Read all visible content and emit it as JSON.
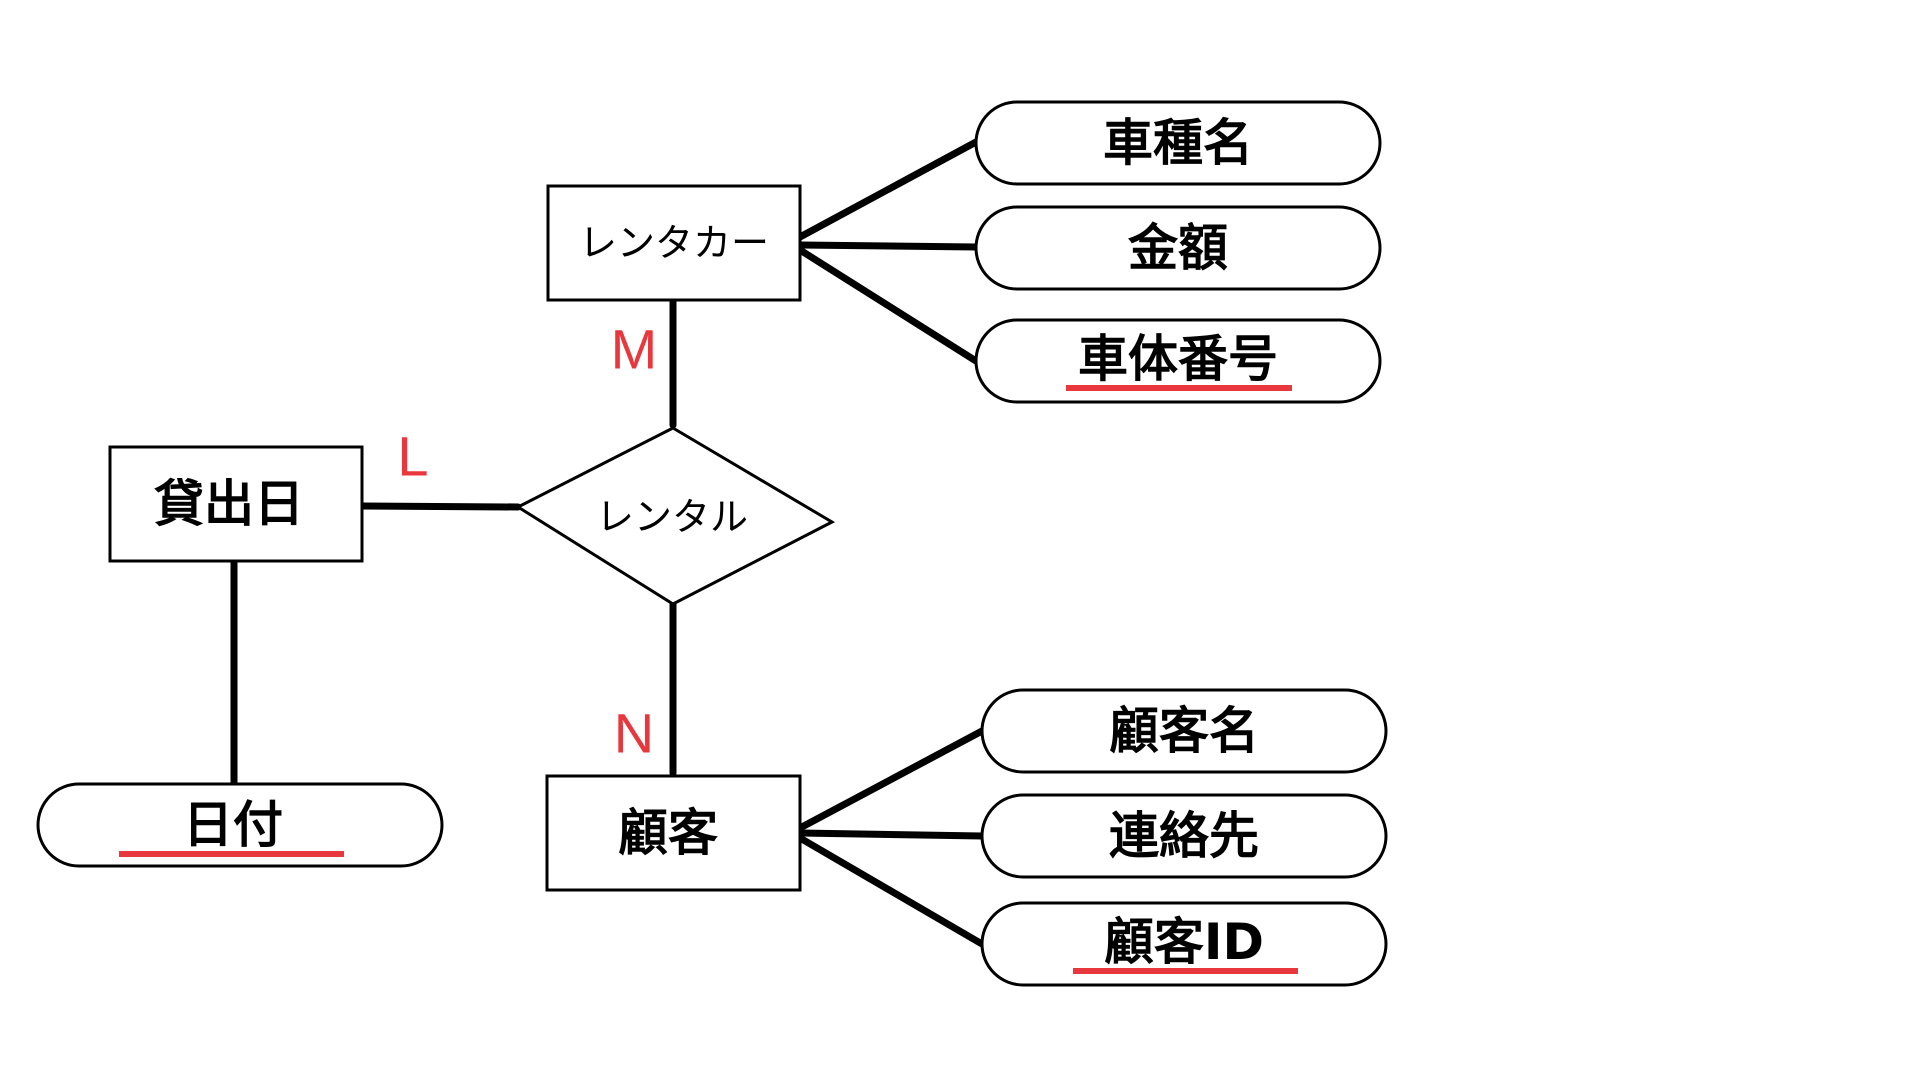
{
  "entities": {
    "rental_car": "レンタカー",
    "customer": "顧客",
    "lending_date": "貸出日"
  },
  "relationship": {
    "rental": "レンタル"
  },
  "attributes": {
    "car_model_name": "車種名",
    "price": "金額",
    "car_body_number": "車体番号",
    "customer_name": "顧客名",
    "contact": "連絡先",
    "customer_id": "顧客ID",
    "date": "日付"
  },
  "cardinality": {
    "rental_car": "M",
    "customer": "N",
    "lending_date": "L"
  },
  "colors": {
    "line": "#000000",
    "accent_red": "#e8383d",
    "background": "#ffffff"
  }
}
